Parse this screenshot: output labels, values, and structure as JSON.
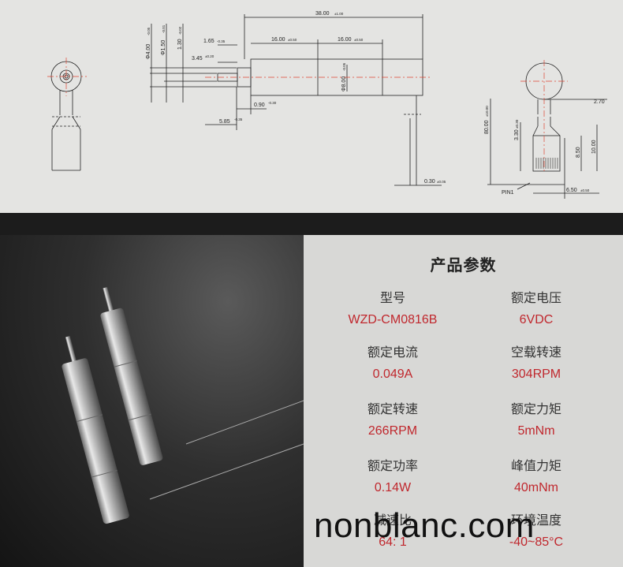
{
  "drawing": {
    "dim_overall_length": "38.00",
    "dim_overall_length_tol": "±1.00",
    "dim_section_1": "16.00",
    "dim_section_1_tol": "±0.50",
    "dim_section_2": "16.00",
    "dim_section_2_tol": "±0.50",
    "dim_shaft_step": "1.65",
    "dim_shaft_step_tol": "-0.35",
    "dim_shaft_len": "3.45",
    "dim_shaft_len_tol": "±0.20",
    "dim_d4": "Φ4.00",
    "dim_d4_tol": "-0.05",
    "dim_d15": "Φ1.50",
    "dim_d15_tol": "-0.01",
    "dim_d13": "1.30",
    "dim_d13_tol": "-0.02",
    "dim_body_dia": "Φ8.00",
    "dim_body_dia_tol": "-0.05",
    "dim_flange": "0.90",
    "dim_flange_tol": "-0.30",
    "dim_boss": "5.85",
    "dim_boss_tol": "-0.35",
    "dim_wire": "0.30",
    "dim_wire_tol": "±0.05",
    "dim_lead_len": "80.00",
    "dim_lead_len_tol": "±10.00",
    "dim_fpc_w": "2.70",
    "dim_fpc_3": "3.30",
    "dim_fpc_3_tol": "±0.30",
    "dim_fpc_85": "8.50",
    "dim_fpc_10": "10.00",
    "dim_conn_w": "6.50",
    "dim_conn_w_tol": "±0.50",
    "pin_label": "PIN1"
  },
  "specs": {
    "title": "产品参数",
    "items": [
      {
        "label": "型号",
        "value": "WZD-CM0816B"
      },
      {
        "label": "额定电压",
        "value": "6VDC"
      },
      {
        "label": "额定电流",
        "value": "0.049A"
      },
      {
        "label": "空载转速",
        "value": "304RPM"
      },
      {
        "label": "额定转速",
        "value": "266RPM"
      },
      {
        "label": "额定力矩",
        "value": "5mNm"
      },
      {
        "label": "额定功率",
        "value": "0.14W"
      },
      {
        "label": "峰值力矩",
        "value": "40mNm"
      },
      {
        "label": "减速比",
        "value": "64: 1"
      },
      {
        "label": "环境温度",
        "value": "-40~85°C"
      }
    ]
  },
  "watermark": "nonblanc.com",
  "colors": {
    "accent_red": "#c0272d",
    "drawing_bg": "#e4e4e2",
    "specs_bg": "#d8d8d6"
  }
}
